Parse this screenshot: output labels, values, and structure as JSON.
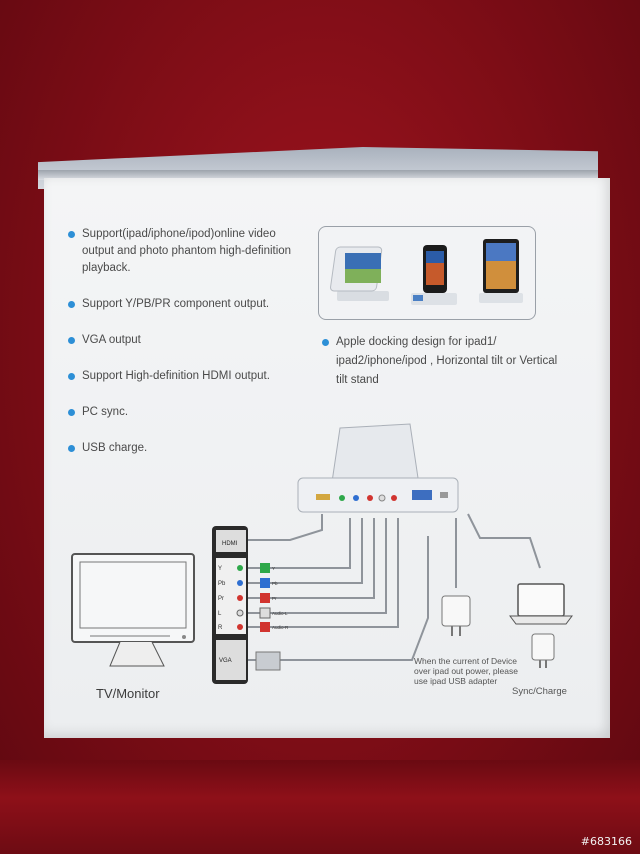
{
  "features": [
    "Support(ipad/iphone/ipod)online video output and photo phantom high-definition playback.",
    "Support Y/PB/PR component output.",
    "VGA output",
    "Support High-definition HDMI output.",
    "PC sync.",
    "USB charge."
  ],
  "dock_caption": "Apple docking design for ipad1/ ipad2/iphone/ipod , Horizontal tilt or Vertical tilt stand",
  "diagram": {
    "tv_label": "TV/Monitor",
    "hdmi_label": "HDMI",
    "vga_label": "VGA",
    "ports": [
      "Y",
      "Pb",
      "Pr",
      "L",
      "R"
    ],
    "plugs": [
      "Y",
      "Pb",
      "Pr",
      "Audio-L",
      "Audio-R"
    ],
    "note": "When the current of Device over ipad out power, please use ipad USB adapter",
    "sync_label": "Sync/Charge"
  },
  "watermark": "#683166",
  "colors": {
    "bullet": "#2d8fd6",
    "y": "#2ea84a",
    "pb": "#2f6fd1",
    "pr": "#d1342f",
    "l": "#e8e8e8",
    "r": "#d1342f"
  }
}
